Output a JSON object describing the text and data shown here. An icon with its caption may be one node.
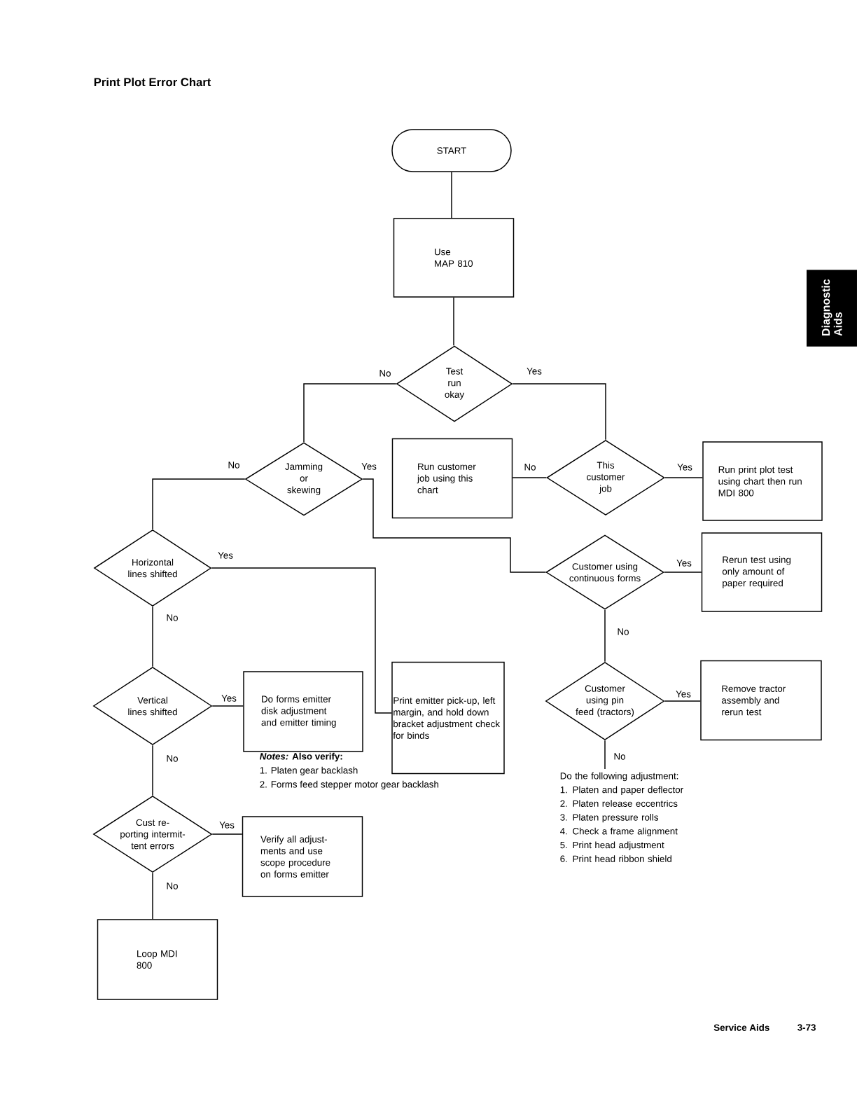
{
  "diagram": {
    "title": "Print Plot Error Chart",
    "nodes": [
      {
        "text": [
          "START"
        ]
      },
      {
        "text": [
          "Use MAP 810"
        ]
      },
      {
        "text": [
          "Test run okay"
        ]
      },
      {
        "text": [
          "Jamming or skewing"
        ]
      },
      {
        "text": [
          "Run customer job using this chart"
        ]
      },
      {
        "text": [
          "This customer job"
        ]
      },
      {
        "text": [
          "Run print plot test using chart then run MDI 800"
        ]
      },
      {
        "text": [
          "Horizontal lines shifted"
        ]
      },
      {
        "text": [
          "Customer using continuous forms"
        ]
      },
      {
        "text": [
          "Rerun test using only amount of paper required"
        ]
      },
      {
        "text": [
          "Vertical lines shifted"
        ]
      },
      {
        "text": [
          "Do forms emitter disk adjustment and emitter timing"
        ]
      },
      {
        "text": [
          "Print emitter pick-up, left margin, and hold down bracket adjustment check for binds"
        ]
      },
      {
        "text": [
          "Customer using pin feed (tractors)"
        ]
      },
      {
        "text": [
          "Remove tractor assembly and rerun test"
        ]
      },
      {
        "text": [
          "Cust re- porting intermit- tent errors"
        ]
      },
      {
        "text": [
          "Verify all adjust- ments and use scope procedure on forms emitter"
        ]
      },
      {
        "text": [
          "Loop MDI 800"
        ]
      },
      {
        "text": [
          "Do the following adjustment:",
          "1. Platen and paper deflector",
          "2. Platen release eccentrics",
          "3. Platen pressure rolls",
          "4. Check a frame alignment",
          "5. Print head adjustment",
          "6. Print head ribbon shield"
        ]
      }
    ],
    "edges": [
      {
        "from": 0,
        "to": 1,
        "arrow": "none"
      },
      {
        "from": 1,
        "to": 2,
        "arrow": "none"
      },
      {
        "from": 2,
        "to": 3,
        "arrow": "none",
        "label": "No"
      },
      {
        "from": 2,
        "to": 5,
        "arrow": "none",
        "label": "Yes"
      },
      {
        "from": 3,
        "to": 7,
        "arrow": "none",
        "label": "No"
      },
      {
        "from": 3,
        "to": 8,
        "arrow": "none",
        "label": "Yes"
      },
      {
        "from": 5,
        "to": 4,
        "arrow": "none",
        "label": "No"
      },
      {
        "from": 5,
        "to": 6,
        "arrow": "none",
        "label": "Yes"
      },
      {
        "from": 7,
        "to": 12,
        "arrow": "none",
        "label": "Yes"
      },
      {
        "from": 7,
        "to": 10,
        "arrow": "none",
        "label": "No"
      },
      {
        "from": 8,
        "to": 9,
        "arrow": "none",
        "label": "Yes"
      },
      {
        "from": 8,
        "to": 13,
        "arrow": "none",
        "label": "No"
      },
      {
        "from": 10,
        "to": 11,
        "arrow": "none",
        "label": "Yes"
      },
      {
        "from": 10,
        "to": 15,
        "arrow": "none",
        "label": "No"
      },
      {
        "from": 13,
        "to": 14,
        "arrow": "none",
        "label": "Yes"
      },
      {
        "from": 13,
        "to": 18,
        "arrow": "none",
        "label": "No"
      },
      {
        "from": 15,
        "to": 16,
        "arrow": "none",
        "label": "Yes"
      },
      {
        "from": 15,
        "to": 17,
        "arrow": "none",
        "label": "No"
      }
    ],
    "labels": [
      "Diagnostic Aids",
      "*Notes:* Also verify:",
      "1. Platen gear backlash",
      "2. Forms feed stepper motor gear backlash",
      "Service Aids",
      "3-73"
    ]
  }
}
